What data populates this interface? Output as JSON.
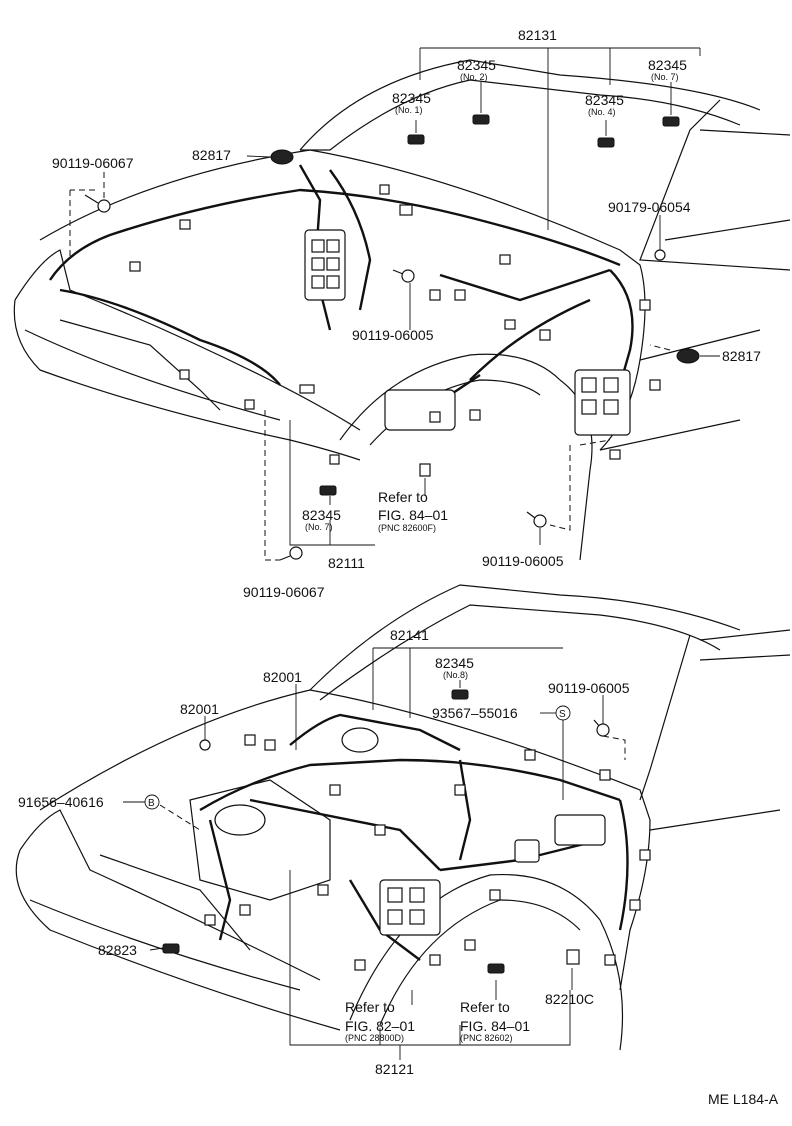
{
  "labels": {
    "p82131": "82131",
    "p82345_no2": "82345",
    "no2": "(No. 2)",
    "p82345_no7_top": "82345",
    "no7_top": "(No. 7)",
    "p82345_no1": "82345",
    "no1": "(No. 1)",
    "p82345_no4": "82345",
    "no4": "(No. 4)",
    "p90119_06067_a": "90119-06067",
    "p82817_a": "82817",
    "p90179_06054": "90179-06054",
    "p90119_06005_a": "90119-06005",
    "p82817_b": "82817",
    "refer_to_a": "Refer to",
    "fig_84_01_a": "FIG. 84–01",
    "pnc_82600f": "(PNC 82600F)",
    "p82345_no7_b": "82345",
    "no7_b": "(No. 7)",
    "p82111": "82111",
    "p90119_06005_b": "90119-06005",
    "p90119_06067_b": "90119-06067",
    "p82141": "82141",
    "p82345_no8": "82345",
    "no8": "(No.8)",
    "p82001_a": "82001",
    "p82001_b": "82001",
    "p90119_06005_c": "90119-06005",
    "p93567_55016": "93567–55016",
    "mark_s": "S",
    "p91656_40616": "91656–40616",
    "mark_b": "B",
    "p82823": "82823",
    "refer_to_b": "Refer to",
    "fig_82_01": "FIG. 82–01",
    "pnc_28800d": "(PNC 28800D)",
    "refer_to_c": "Refer to",
    "fig_84_01_b": "FIG. 84–01",
    "pnc_82602": "(PNC 82602)",
    "p82210c": "82210C",
    "p82121": "82121",
    "diagram_code": "ME L184-A"
  }
}
